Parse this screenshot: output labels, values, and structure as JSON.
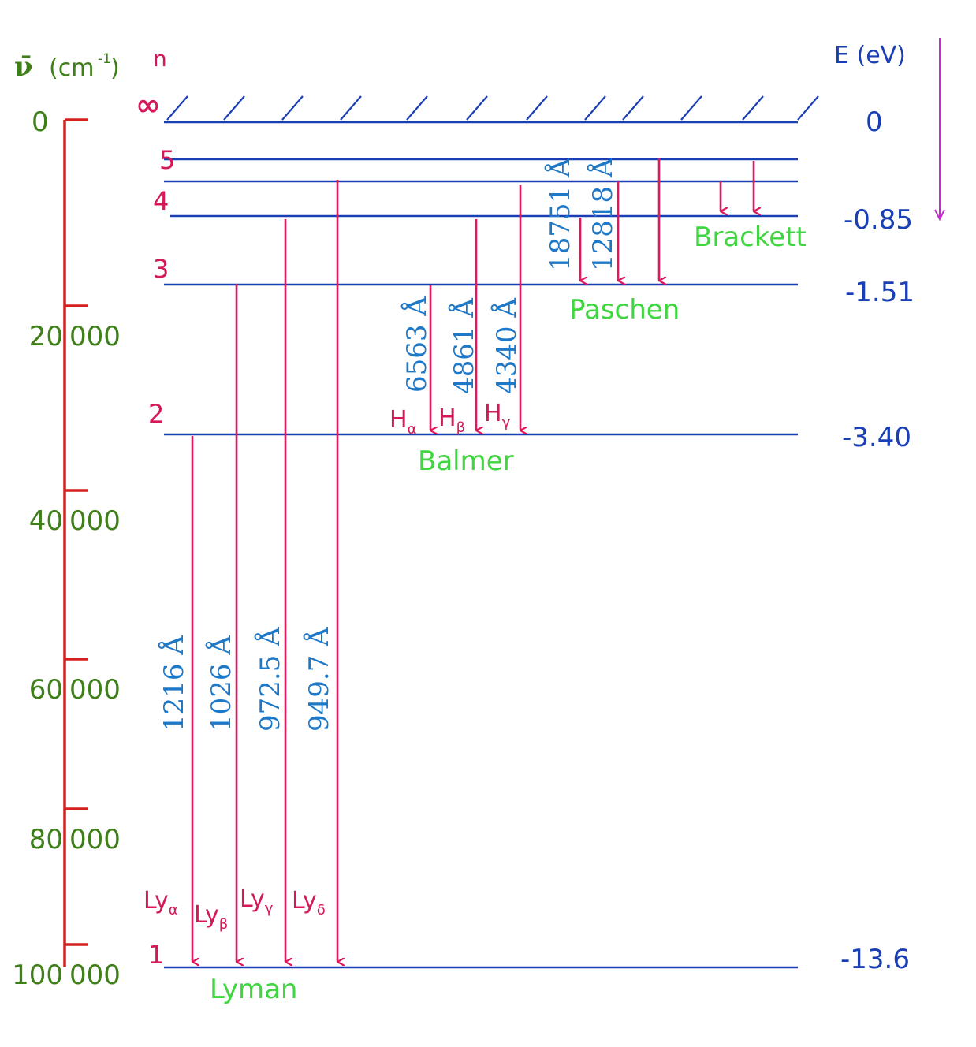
{
  "colors": {
    "level_blue": "#1a3fb5",
    "wave_blue": "#1e78c8",
    "arrow_red": "#e0185a",
    "axis_red": "#d6201f",
    "tick_green": "#3f7f19",
    "series_green": "#3fd63f",
    "energy_blue": "#1a3fb5",
    "magenta": "#c62bd0"
  },
  "axis_left": {
    "header_symbol": "ν̄",
    "header_unit": "(cm",
    "header_exp": "-1",
    "header_close": ")",
    "ticks": [
      "0",
      "20 000",
      "40 000",
      "60 000",
      "80 000",
      "100 000"
    ]
  },
  "n_header": "n",
  "infinity_label": "∞",
  "energy_header": "E (eV)",
  "levels": [
    {
      "n": "∞",
      "energy": "0"
    },
    {
      "n": "5",
      "energy": ""
    },
    {
      "n": "4",
      "energy": "-0.85"
    },
    {
      "n": "3",
      "energy": "-1.51"
    },
    {
      "n": "2",
      "energy": "-3.40"
    },
    {
      "n": "1",
      "energy": "-13.6"
    }
  ],
  "series": {
    "lyman": "Lyman",
    "balmer": "Balmer",
    "paschen": "Paschen",
    "brackett": "Brackett"
  },
  "lyman_lines": [
    {
      "wavelength": "1216 Å",
      "label": "Ly",
      "sub": "α"
    },
    {
      "wavelength": "1026 Å",
      "label": "Ly",
      "sub": "β"
    },
    {
      "wavelength": "972.5 Å",
      "label": "Ly",
      "sub": "γ"
    },
    {
      "wavelength": "949.7 Å",
      "label": "Ly",
      "sub": "δ"
    }
  ],
  "balmer_lines": [
    {
      "wavelength": "6563 Å",
      "label": "H",
      "sub": "α"
    },
    {
      "wavelength": "4861 Å",
      "label": "H",
      "sub": "β"
    },
    {
      "wavelength": "4340 Å",
      "label": "H",
      "sub": "γ"
    }
  ],
  "paschen_lines": [
    {
      "wavelength": "18751 Å"
    },
    {
      "wavelength": "12818 Å"
    }
  ]
}
